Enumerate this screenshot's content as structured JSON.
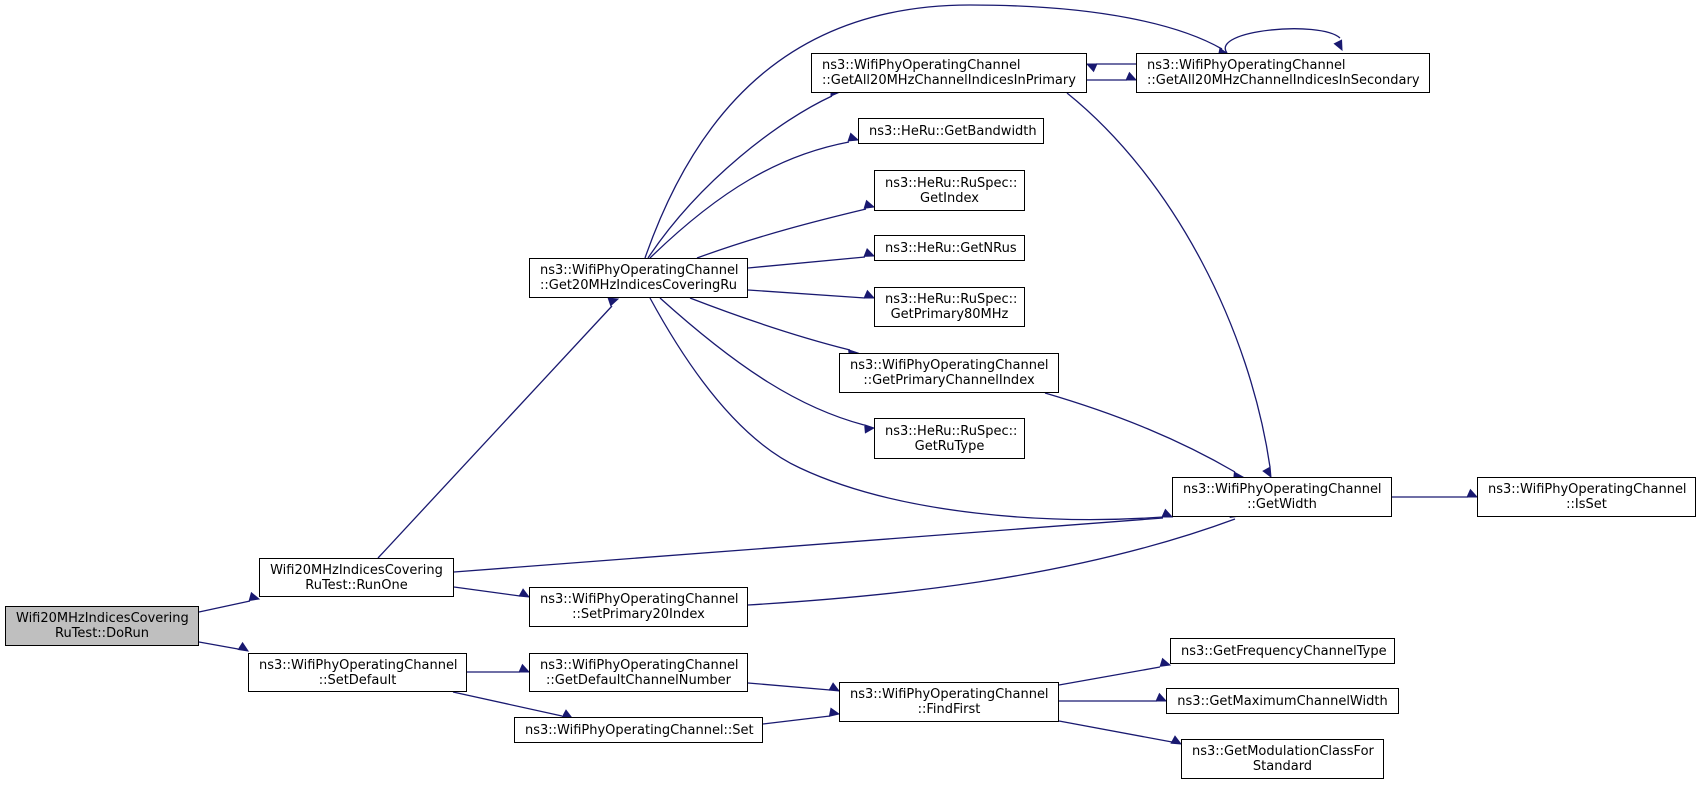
{
  "diagram": {
    "edge_color": "#191970",
    "root_fill": "#bfbfbf",
    "nodes": {
      "do_run": {
        "lines": [
          "Wifi20MHzIndicesCovering",
          "RuTest::DoRun"
        ]
      },
      "run_one": {
        "lines": [
          "Wifi20MHzIndicesCovering",
          "RuTest::RunOne"
        ]
      },
      "set_default": {
        "lines": [
          "ns3::WifiPhyOperatingChannel",
          "::SetDefault"
        ]
      },
      "get20_covering": {
        "lines": [
          "ns3::WifiPhyOperatingChannel",
          "::Get20MHzIndicesCoveringRu"
        ]
      },
      "set_primary20": {
        "lines": [
          "ns3::WifiPhyOperatingChannel",
          "::SetPrimary20Index"
        ]
      },
      "get_default_channel": {
        "lines": [
          "ns3::WifiPhyOperatingChannel",
          "::GetDefaultChannelNumber"
        ]
      },
      "set": {
        "lines": [
          "ns3::WifiPhyOperatingChannel::Set"
        ]
      },
      "all20_primary": {
        "lines": [
          "ns3::WifiPhyOperatingChannel",
          "::GetAll20MHzChannelIndicesInPrimary"
        ]
      },
      "all20_secondary": {
        "lines": [
          "ns3::WifiPhyOperatingChannel",
          "::GetAll20MHzChannelIndicesInSecondary"
        ]
      },
      "get_bandwidth": {
        "lines": [
          "ns3::HeRu::GetBandwidth"
        ]
      },
      "get_index": {
        "lines": [
          "ns3::HeRu::RuSpec::",
          "GetIndex"
        ]
      },
      "get_nrus": {
        "lines": [
          "ns3::HeRu::GetNRus"
        ]
      },
      "get_primary80": {
        "lines": [
          "ns3::HeRu::RuSpec::",
          "GetPrimary80MHz"
        ]
      },
      "get_primary_index": {
        "lines": [
          "ns3::WifiPhyOperatingChannel",
          "::GetPrimaryChannelIndex"
        ]
      },
      "get_ru_type": {
        "lines": [
          "ns3::HeRu::RuSpec::",
          "GetRuType"
        ]
      },
      "find_first": {
        "lines": [
          "ns3::WifiPhyOperatingChannel",
          "::FindFirst"
        ]
      },
      "get_width": {
        "lines": [
          "ns3::WifiPhyOperatingChannel",
          "::GetWidth"
        ]
      },
      "is_set": {
        "lines": [
          "ns3::WifiPhyOperatingChannel",
          "::IsSet"
        ]
      },
      "freq_channel_type": {
        "lines": [
          "ns3::GetFrequencyChannelType"
        ]
      },
      "max_channel_width": {
        "lines": [
          "ns3::GetMaximumChannelWidth"
        ]
      },
      "mod_class": {
        "lines": [
          "ns3::GetModulationClassFor",
          "Standard"
        ]
      }
    }
  }
}
